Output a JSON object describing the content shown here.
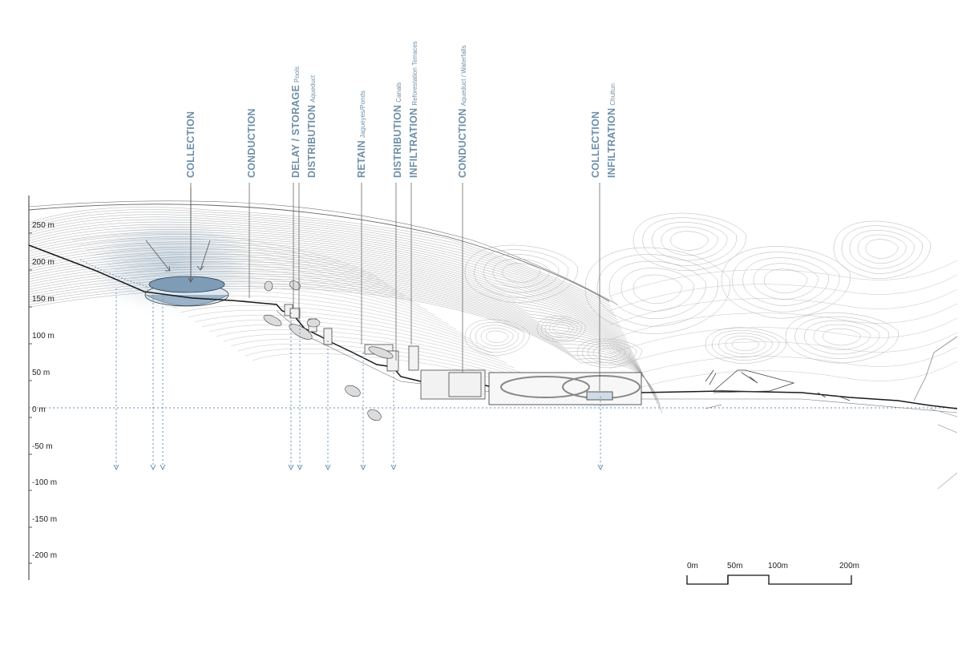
{
  "elevation_labels": [
    "250 m",
    "200 m",
    "150 m",
    "100 m",
    "50 m",
    "0 m",
    "-50 m",
    "-100 m",
    "-150 m",
    "-200 m"
  ],
  "stage_labels": [
    {
      "lines": [
        {
          "main": "COLLECTION",
          "sub": ""
        }
      ]
    },
    {
      "lines": [
        {
          "main": "CONDUCTION",
          "sub": ""
        }
      ]
    },
    {
      "lines": [
        {
          "main": "DELAY / STORAGE",
          "sub": "Pools"
        },
        {
          "main": "DISTRIBUTION",
          "sub": "Aqueduct"
        }
      ]
    },
    {
      "lines": [
        {
          "main": "RETAIN",
          "sub": "Jagueyes/Ponds"
        }
      ]
    },
    {
      "lines": [
        {
          "main": "DISTRIBUTION",
          "sub": "Canals"
        },
        {
          "main": "INFILTRATION",
          "sub": "Reforestation Terraces"
        }
      ]
    },
    {
      "lines": [
        {
          "main": "CONDUCTION",
          "sub": "Aqueduct / Waterfalls"
        }
      ]
    },
    {
      "lines": [
        {
          "main": "COLLECTION",
          "sub": ""
        },
        {
          "main": "INFILTRATION",
          "sub": "Chultun"
        }
      ]
    }
  ],
  "scale_bar": {
    "labels": [
      "0m",
      "50m",
      "100m",
      "200m"
    ]
  },
  "colors": {
    "accent": "#6f8fa8",
    "water": "#7f9cb6",
    "dotted": "#6a8fb0",
    "contour": "#9a9a9a",
    "section": "#1a1a1a"
  }
}
